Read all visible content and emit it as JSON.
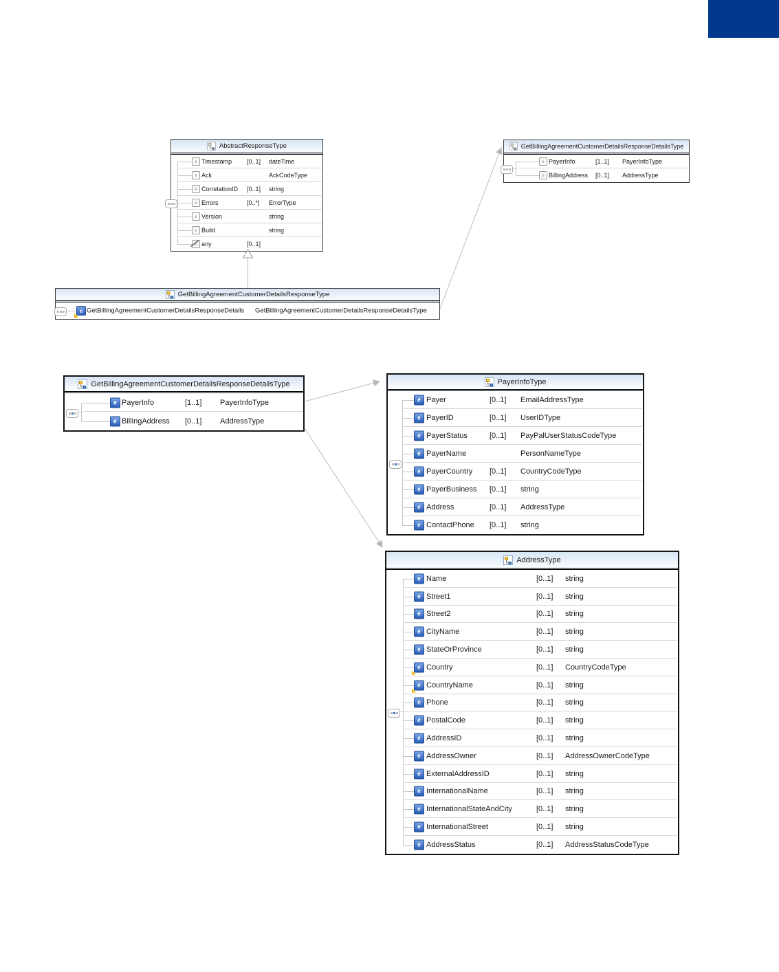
{
  "page": {
    "background": "#ffffff",
    "brand_block_color": "#02398f",
    "diagram_kind": "xml-schema-type-diagram"
  },
  "boxes": [
    {
      "title": "AbstractResponseType",
      "rows": [
        {
          "icon": "element",
          "name": "Timestamp",
          "card": "[0..1]",
          "type": "dateTime"
        },
        {
          "icon": "element",
          "name": "Ack",
          "card": "",
          "type": "AckCodeType"
        },
        {
          "icon": "element",
          "name": "CorrelationID",
          "card": "[0..1]",
          "type": "string"
        },
        {
          "icon": "element",
          "name": "Errors",
          "card": "[0..*]",
          "type": "ErrorType"
        },
        {
          "icon": "element",
          "name": "Version",
          "card": "",
          "type": "string"
        },
        {
          "icon": "element",
          "name": "Build",
          "card": "",
          "type": "string"
        },
        {
          "icon": "any",
          "name": "any",
          "card": "[0..1]",
          "type": ""
        }
      ]
    },
    {
      "title": "GetBillingAgreementCustomerDetailsResponseDetailsType",
      "rows": [
        {
          "icon": "element",
          "name": "PayerInfo",
          "card": "[1..1]",
          "type": "PayerInfoType"
        },
        {
          "icon": "element",
          "name": "BillingAddress",
          "card": "[0..1]",
          "type": "AddressType"
        }
      ]
    },
    {
      "title": "GetBillingAgreementCustomerDetailsResponseType",
      "rows": [
        {
          "icon": "element-ref",
          "name": "GetBillingAgreementCustomerDetailsResponseDetails",
          "card": "",
          "type": "GetBillingAgreementCustomerDetailsResponseDetailsType"
        }
      ]
    },
    {
      "title": "GetBillingAgreementCustomerDetailsResponseDetailsType",
      "rows": [
        {
          "icon": "element",
          "name": "PayerInfo",
          "card": "[1..1]",
          "type": "PayerInfoType"
        },
        {
          "icon": "element",
          "name": "BillingAddress",
          "card": "[0..1]",
          "type": "AddressType"
        }
      ]
    },
    {
      "title": "PayerInfoType",
      "rows": [
        {
          "icon": "element",
          "name": "Payer",
          "card": "[0..1]",
          "type": "EmailAddressType"
        },
        {
          "icon": "element",
          "name": "PayerID",
          "card": "[0..1]",
          "type": "UserIDType"
        },
        {
          "icon": "element",
          "name": "PayerStatus",
          "card": "[0..1]",
          "type": "PayPalUserStatusCodeType"
        },
        {
          "icon": "element",
          "name": "PayerName",
          "card": "",
          "type": "PersonNameType"
        },
        {
          "icon": "element",
          "name": "PayerCountry",
          "card": "[0..1]",
          "type": "CountryCodeType"
        },
        {
          "icon": "element",
          "name": "PayerBusiness",
          "card": "[0..1]",
          "type": "string"
        },
        {
          "icon": "element",
          "name": "Address",
          "card": "[0..1]",
          "type": "AddressType"
        },
        {
          "icon": "element",
          "name": "ContactPhone",
          "card": "[0..1]",
          "type": "string"
        }
      ]
    },
    {
      "title": "AddressType",
      "rows": [
        {
          "icon": "element",
          "name": "Name",
          "card": "[0..1]",
          "type": "string"
        },
        {
          "icon": "element",
          "name": "Street1",
          "card": "[0..1]",
          "type": "string"
        },
        {
          "icon": "element",
          "name": "Street2",
          "card": "[0..1]",
          "type": "string"
        },
        {
          "icon": "element",
          "name": "CityName",
          "card": "[0..1]",
          "type": "string"
        },
        {
          "icon": "element",
          "name": "StateOrProvince",
          "card": "[0..1]",
          "type": "string"
        },
        {
          "icon": "element-ref",
          "name": "Country",
          "card": "[0..1]",
          "type": "CountryCodeType"
        },
        {
          "icon": "element-ref",
          "name": "CountryName",
          "card": "[0..1]",
          "type": "string"
        },
        {
          "icon": "element",
          "name": "Phone",
          "card": "[0..1]",
          "type": "string"
        },
        {
          "icon": "element",
          "name": "PostalCode",
          "card": "[0..1]",
          "type": "string"
        },
        {
          "icon": "element",
          "name": "AddressID",
          "card": "[0..1]",
          "type": "string"
        },
        {
          "icon": "element",
          "name": "AddressOwner",
          "card": "[0..1]",
          "type": "AddressOwnerCodeType"
        },
        {
          "icon": "element",
          "name": "ExternalAddressID",
          "card": "[0..1]",
          "type": "string"
        },
        {
          "icon": "element",
          "name": "InternationalName",
          "card": "[0..1]",
          "type": "string"
        },
        {
          "icon": "element",
          "name": "InternationalStateAndCity",
          "card": "[0..1]",
          "type": "string"
        },
        {
          "icon": "element",
          "name": "InternationalStreet",
          "card": "[0..1]",
          "type": "string"
        },
        {
          "icon": "element",
          "name": "AddressStatus",
          "card": "[0..1]",
          "type": "AddressStatusCodeType"
        }
      ]
    }
  ],
  "relations": [
    {
      "from": "GetBillingAgreementCustomerDetailsResponseType",
      "to": "AbstractResponseType",
      "kind": "extends"
    },
    {
      "from": "GetBillingAgreementCustomerDetailsResponseType.GetBillingAgreementCustomerDetailsResponseDetails",
      "to": "GetBillingAgreementCustomerDetailsResponseDetailsType",
      "kind": "reference"
    },
    {
      "from": "GetBillingAgreementCustomerDetailsResponseDetailsType.PayerInfo",
      "to": "PayerInfoType",
      "kind": "reference"
    },
    {
      "from": "GetBillingAgreementCustomerDetailsResponseDetailsType.BillingAddress",
      "to": "AddressType",
      "kind": "reference"
    }
  ]
}
